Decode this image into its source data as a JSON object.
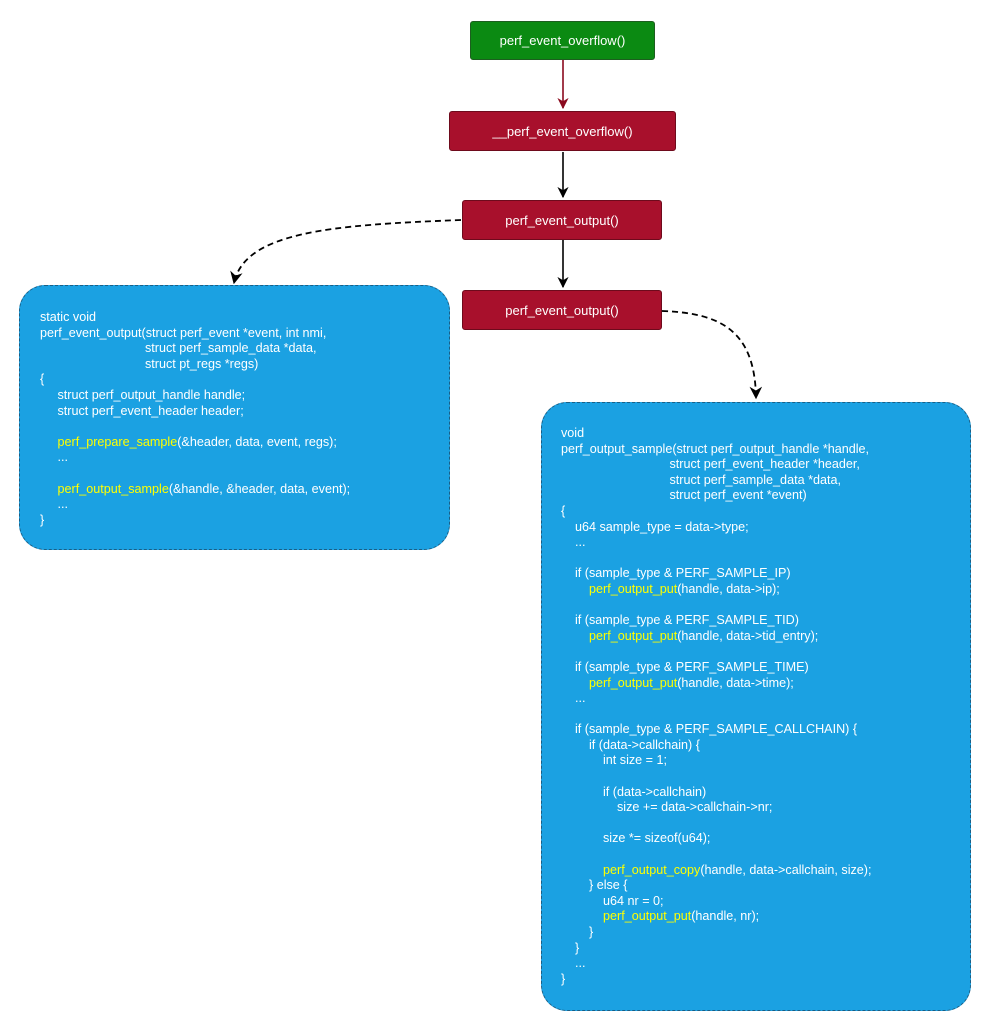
{
  "nodes": {
    "overflow": "perf_event_overflow()",
    "inner_overflow": "__perf_event_overflow()",
    "output_a": "perf_event_output()",
    "output_b": "perf_event_output()"
  },
  "colors": {
    "entry": "#0b8a12",
    "function": "#a8102c",
    "code_box": "#1ba1e2",
    "highlight": "#ffff00"
  },
  "left_code": [
    {
      "pre": "static void",
      "hl": "",
      "post": ""
    },
    {
      "pre": "perf_event_output(struct perf_event *event, int nmi,",
      "hl": "",
      "post": ""
    },
    {
      "pre": "                              struct perf_sample_data *data,",
      "hl": "",
      "post": ""
    },
    {
      "pre": "                              struct pt_regs *regs)",
      "hl": "",
      "post": ""
    },
    {
      "pre": "{",
      "hl": "",
      "post": ""
    },
    {
      "pre": "     struct perf_output_handle handle;",
      "hl": "",
      "post": ""
    },
    {
      "pre": "     struct perf_event_header header;",
      "hl": "",
      "post": ""
    },
    {
      "pre": "",
      "hl": "",
      "post": ""
    },
    {
      "pre": "     ",
      "hl": "perf_prepare_sample",
      "post": "(&header, data, event, regs);"
    },
    {
      "pre": "     ...",
      "hl": "",
      "post": ""
    },
    {
      "pre": "",
      "hl": "",
      "post": ""
    },
    {
      "pre": "     ",
      "hl": "perf_output_sample",
      "post": "(&handle, &header, data, event);"
    },
    {
      "pre": "     ...",
      "hl": "",
      "post": ""
    },
    {
      "pre": "}",
      "hl": "",
      "post": ""
    }
  ],
  "right_code": [
    {
      "pre": "void",
      "hl": "",
      "post": ""
    },
    {
      "pre": "perf_output_sample(struct perf_output_handle *handle,",
      "hl": "",
      "post": ""
    },
    {
      "pre": "                               struct perf_event_header *header,",
      "hl": "",
      "post": ""
    },
    {
      "pre": "                               struct perf_sample_data *data,",
      "hl": "",
      "post": ""
    },
    {
      "pre": "                               struct perf_event *event)",
      "hl": "",
      "post": ""
    },
    {
      "pre": "{",
      "hl": "",
      "post": ""
    },
    {
      "pre": "    u64 sample_type = data->type;",
      "hl": "",
      "post": ""
    },
    {
      "pre": "    ...",
      "hl": "",
      "post": ""
    },
    {
      "pre": "",
      "hl": "",
      "post": ""
    },
    {
      "pre": "    if (sample_type & PERF_SAMPLE_IP)",
      "hl": "",
      "post": ""
    },
    {
      "pre": "        ",
      "hl": "perf_output_put",
      "post": "(handle, data->ip);"
    },
    {
      "pre": "",
      "hl": "",
      "post": ""
    },
    {
      "pre": "    if (sample_type & PERF_SAMPLE_TID)",
      "hl": "",
      "post": ""
    },
    {
      "pre": "        ",
      "hl": "perf_output_put",
      "post": "(handle, data->tid_entry);"
    },
    {
      "pre": "",
      "hl": "",
      "post": ""
    },
    {
      "pre": "    if (sample_type & PERF_SAMPLE_TIME)",
      "hl": "",
      "post": ""
    },
    {
      "pre": "        ",
      "hl": "perf_output_put",
      "post": "(handle, data->time);"
    },
    {
      "pre": "    ...",
      "hl": "",
      "post": ""
    },
    {
      "pre": "",
      "hl": "",
      "post": ""
    },
    {
      "pre": "    if (sample_type & PERF_SAMPLE_CALLCHAIN) {",
      "hl": "",
      "post": ""
    },
    {
      "pre": "        if (data->callchain) {",
      "hl": "",
      "post": ""
    },
    {
      "pre": "            int size = 1;",
      "hl": "",
      "post": ""
    },
    {
      "pre": "",
      "hl": "",
      "post": ""
    },
    {
      "pre": "            if (data->callchain)",
      "hl": "",
      "post": ""
    },
    {
      "pre": "                size += data->callchain->nr;",
      "hl": "",
      "post": ""
    },
    {
      "pre": "",
      "hl": "",
      "post": ""
    },
    {
      "pre": "            size *= sizeof(u64);",
      "hl": "",
      "post": ""
    },
    {
      "pre": "",
      "hl": "",
      "post": ""
    },
    {
      "pre": "            ",
      "hl": "perf_output_copy",
      "post": "(handle, data->callchain, size);"
    },
    {
      "pre": "        } else {",
      "hl": "",
      "post": ""
    },
    {
      "pre": "            u64 nr = 0;",
      "hl": "",
      "post": ""
    },
    {
      "pre": "            ",
      "hl": "perf_output_put",
      "post": "(handle, nr);"
    },
    {
      "pre": "        }",
      "hl": "",
      "post": ""
    },
    {
      "pre": "    }",
      "hl": "",
      "post": ""
    },
    {
      "pre": "    ...",
      "hl": "",
      "post": ""
    },
    {
      "pre": "}",
      "hl": "",
      "post": ""
    }
  ]
}
